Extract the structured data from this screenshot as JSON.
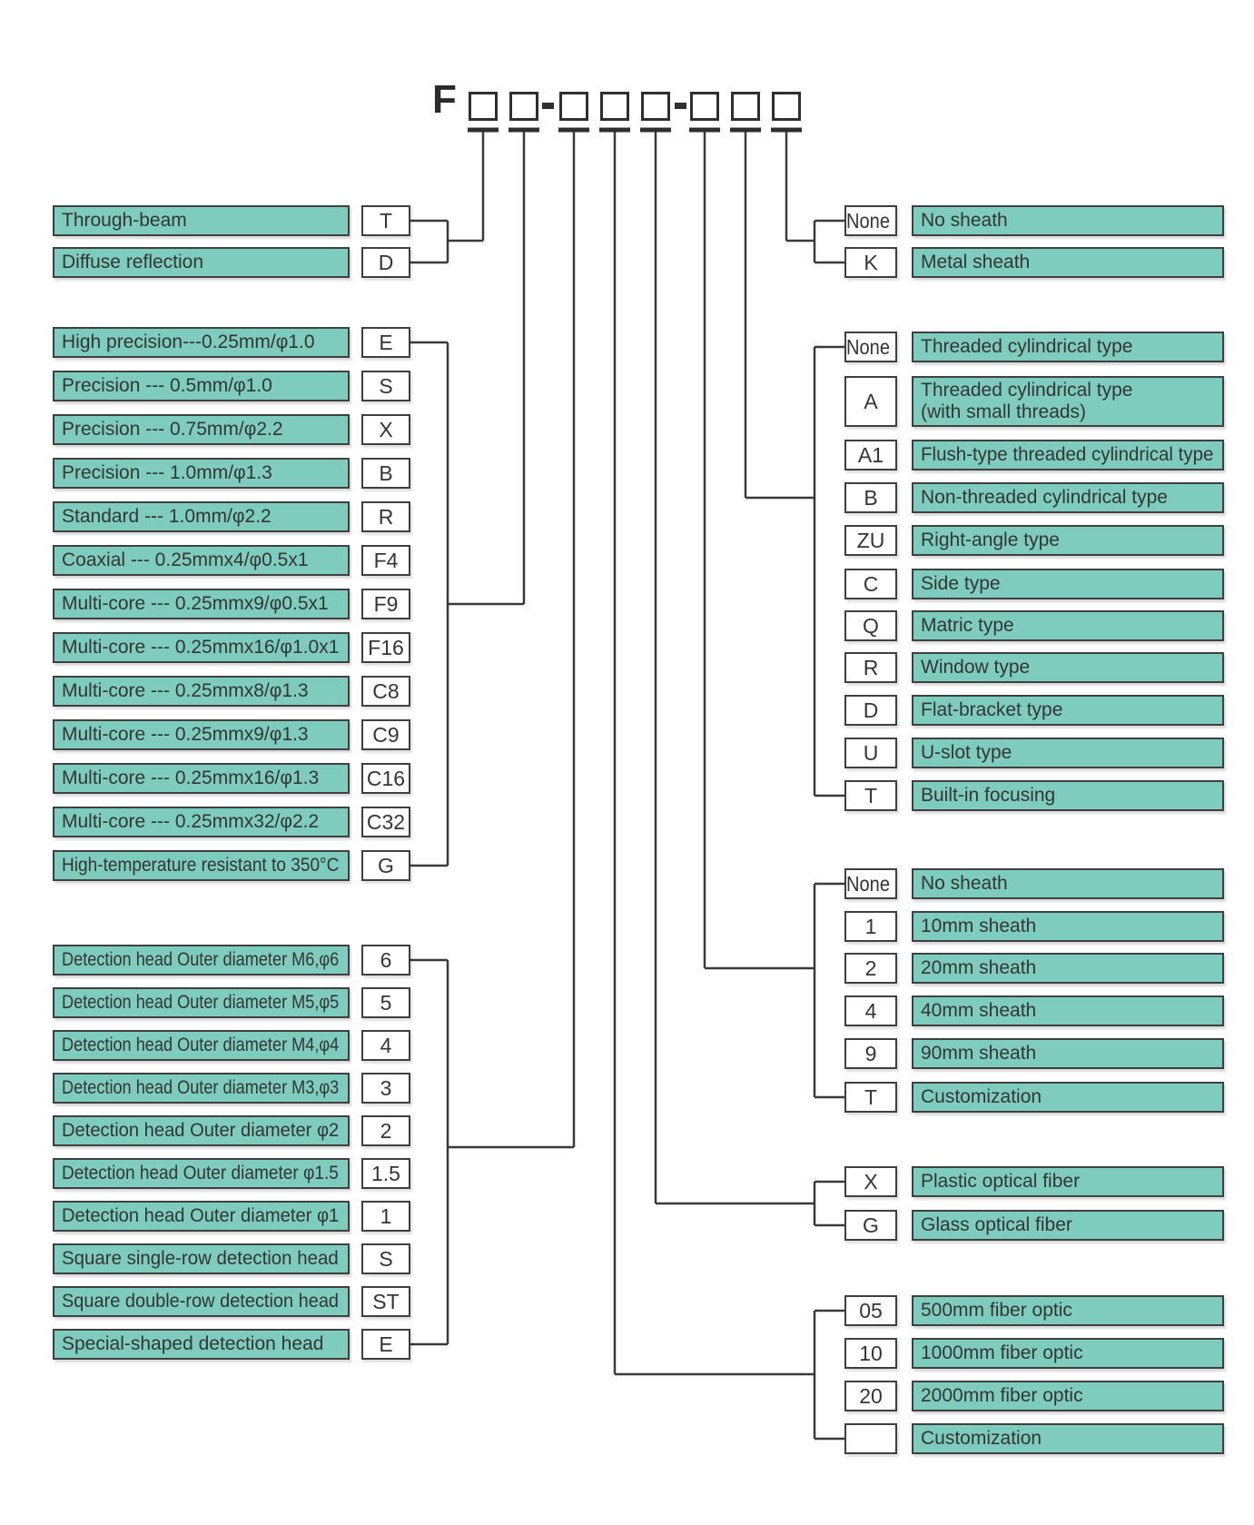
{
  "formula": {
    "prefix": "F",
    "pattern": "F□□-□□□-□□□",
    "slot_count": 8,
    "grouping": "2-3-3"
  },
  "colors": {
    "accent_fill": "#7ECCBE",
    "line_color": "#3a3a3a",
    "text_color": "#353535"
  },
  "groups": [
    {
      "id": "beam-type",
      "side": "left",
      "items": [
        {
          "code": "T",
          "label": "Through-beam"
        },
        {
          "code": "D",
          "label": "Diffuse reflection"
        }
      ]
    },
    {
      "id": "fiber-core-type",
      "side": "left",
      "items": [
        {
          "code": "E",
          "label": "High precision---0.25mm/φ1.0"
        },
        {
          "code": "S",
          "label": "Precision --- 0.5mm/φ1.0"
        },
        {
          "code": "X",
          "label": "Precision --- 0.75mm/φ2.2"
        },
        {
          "code": "B",
          "label": "Precision --- 1.0mm/φ1.3"
        },
        {
          "code": "R",
          "label": "Standard --- 1.0mm/φ2.2"
        },
        {
          "code": "F4",
          "label": "Coaxial --- 0.25mmx4/φ0.5x1"
        },
        {
          "code": "F9",
          "label": "Multi-core --- 0.25mmx9/φ0.5x1"
        },
        {
          "code": "F16",
          "label": "Multi-core --- 0.25mmx16/φ1.0x1"
        },
        {
          "code": "C8",
          "label": "Multi-core --- 0.25mmx8/φ1.3"
        },
        {
          "code": "C9",
          "label": "Multi-core --- 0.25mmx9/φ1.3"
        },
        {
          "code": "C16",
          "label": "Multi-core --- 0.25mmx16/φ1.3"
        },
        {
          "code": "C32",
          "label": "Multi-core --- 0.25mmx32/φ2.2"
        },
        {
          "code": "G",
          "label": "High-temperature resistant to 350°C"
        }
      ]
    },
    {
      "id": "detection-head",
      "side": "left",
      "items": [
        {
          "code": "6",
          "label": "Detection head Outer diameter M6,φ6"
        },
        {
          "code": "5",
          "label": "Detection head Outer diameter M5,φ5"
        },
        {
          "code": "4",
          "label": "Detection head Outer diameter M4,φ4"
        },
        {
          "code": "3",
          "label": "Detection head Outer diameter M3,φ3"
        },
        {
          "code": "2",
          "label": "Detection head Outer diameter φ2"
        },
        {
          "code": "1.5",
          "label": "Detection head Outer diameter φ1.5"
        },
        {
          "code": "1",
          "label": "Detection head Outer diameter φ1"
        },
        {
          "code": "S",
          "label": "Square single-row detection head"
        },
        {
          "code": "ST",
          "label": "Square double-row detection head"
        },
        {
          "code": "E",
          "label": "Special-shaped detection head"
        }
      ]
    },
    {
      "id": "metal-sheath",
      "side": "right",
      "items": [
        {
          "code": "None",
          "label": "No sheath"
        },
        {
          "code": "K",
          "label": "Metal sheath"
        }
      ]
    },
    {
      "id": "head-shape",
      "side": "right",
      "items": [
        {
          "code": "None",
          "label": "Threaded cylindrical type"
        },
        {
          "code": "A",
          "label": "Threaded cylindrical type\n(with small threads)"
        },
        {
          "code": "A1",
          "label": "Flush-type threaded cylindrical type"
        },
        {
          "code": "B",
          "label": "Non-threaded cylindrical type"
        },
        {
          "code": "ZU",
          "label": "Right-angle type"
        },
        {
          "code": "C",
          "label": "Side type"
        },
        {
          "code": "Q",
          "label": "Matric type"
        },
        {
          "code": "R",
          "label": "Window type"
        },
        {
          "code": "D",
          "label": "Flat-bracket type"
        },
        {
          "code": "U",
          "label": "U-slot type"
        },
        {
          "code": "T",
          "label": "Built-in focusing"
        }
      ]
    },
    {
      "id": "sheath-length",
      "side": "right",
      "items": [
        {
          "code": "None",
          "label": "No sheath"
        },
        {
          "code": "1",
          "label": "10mm sheath"
        },
        {
          "code": "2",
          "label": "20mm sheath"
        },
        {
          "code": "4",
          "label": "40mm sheath"
        },
        {
          "code": "9",
          "label": "90mm sheath"
        },
        {
          "code": "T",
          "label": "Customization"
        }
      ]
    },
    {
      "id": "fiber-material",
      "side": "right",
      "items": [
        {
          "code": "X",
          "label": "Plastic optical fiber"
        },
        {
          "code": "G",
          "label": "Glass optical fiber"
        }
      ]
    },
    {
      "id": "fiber-length",
      "side": "right",
      "items": [
        {
          "code": "05",
          "label": "500mm fiber optic"
        },
        {
          "code": "10",
          "label": "1000mm fiber optic"
        },
        {
          "code": "20",
          "label": "2000mm fiber optic"
        },
        {
          "code": "",
          "label": "Customization"
        }
      ]
    }
  ]
}
